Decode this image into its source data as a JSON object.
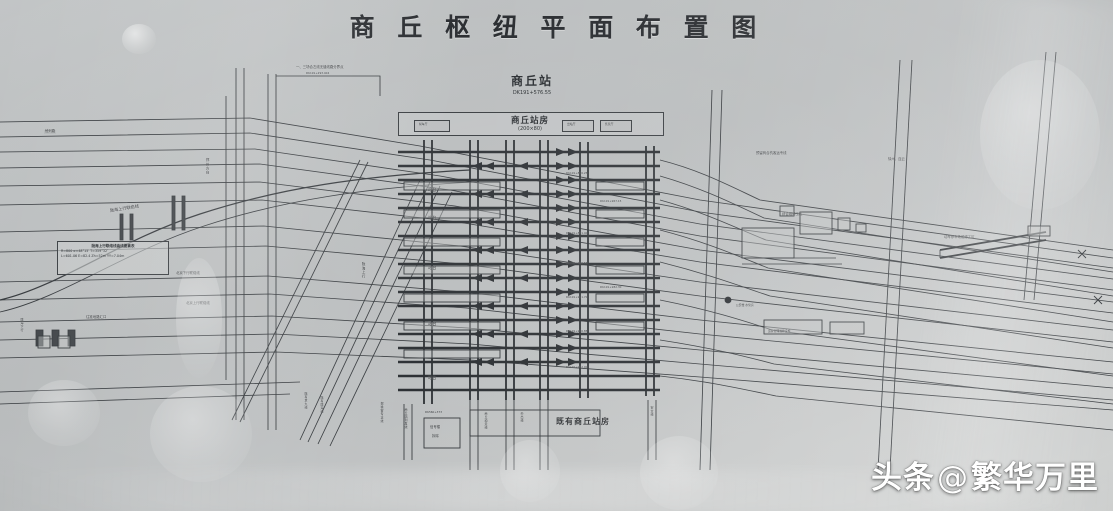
{
  "image": {
    "kind": "photo-of-wall-mounted-railway-schematic",
    "background_color": "#b9bcbd",
    "ink_color": "#2b2e31"
  },
  "title": "商 丘 枢 纽 平 面 布 置 图",
  "station": {
    "name": "商丘站",
    "chainage": "DK191+576.55"
  },
  "station_building": {
    "name": "商丘站房",
    "size": "(200×80)"
  },
  "existing_building": {
    "label": "既有商丘站房"
  },
  "signal_tower": {
    "chainage": "DK560+373",
    "name": "信号楼",
    "note": "拆除"
  },
  "notes": {
    "ludong_box": {
      "header": "陇海上行联络线曲线要素表",
      "line1": "R=800  α=48°15′  T=359°32″",
      "line2": "L=601.06  E=82.4  Zh=52m  YY=7.04m"
    },
    "top_dimension": {
      "line1": "一、三场合左线无缝线路分界点",
      "line2": "DK191+293.404"
    }
  },
  "line_labels": [
    {
      "id": "qita-xian",
      "text": "他列路"
    },
    {
      "id": "longhai-shang",
      "text": "陇海上行联络线"
    },
    {
      "id": "beijing-xia",
      "text": "北京下行联络线"
    },
    {
      "id": "beijing-shang",
      "text": "北京上行联络线"
    },
    {
      "id": "lianzhu-xian",
      "text": "往准地路汇口"
    },
    {
      "id": "xuzhou-lianyun",
      "text": "徐州、连云"
    },
    {
      "id": "yuliu-shanghehang",
      "text": "预留商合杭客运专线"
    },
    {
      "id": "zonghe-weixiu",
      "text": "综合维修工区"
    },
    {
      "id": "dongche-duanche",
      "text": "动车停车场维修工区"
    },
    {
      "id": "gongan-shuijing",
      "text": "公安楼 水泵房"
    },
    {
      "id": "yunwu-sheshi",
      "text": "运营管理维修设施"
    }
  ],
  "platform_labels": [
    {
      "id": "pf-1",
      "text": "站台"
    },
    {
      "id": "pf-2",
      "text": "站台"
    },
    {
      "id": "pf-3",
      "text": "站台"
    },
    {
      "id": "pf-4",
      "text": "站台"
    },
    {
      "id": "pf-5",
      "text": "站台"
    }
  ],
  "side_labels_left": [
    {
      "id": "sl-1",
      "text": "郑州方向"
    },
    {
      "id": "sl-2",
      "text": "陇海上行"
    },
    {
      "id": "sl-3",
      "text": "陇海下行"
    },
    {
      "id": "sl-4",
      "text": "京九上行"
    },
    {
      "id": "sl-5",
      "text": "京九下行"
    }
  ],
  "side_labels_bottom": [
    {
      "id": "sb-1",
      "text": "既有京九线"
    },
    {
      "id": "sb-2",
      "text": "既有陇海线"
    },
    {
      "id": "sb-3",
      "text": "郑徐客专正线"
    },
    {
      "id": "sb-4",
      "text": "商丘站到发线"
    },
    {
      "id": "sb-5",
      "text": "商丘动走线"
    },
    {
      "id": "sb-6",
      "text": "牵出线"
    },
    {
      "id": "sb-7",
      "text": "安全线"
    }
  ],
  "track_row_tags": [
    "DK191+876.25",
    "DK191+891.40",
    "DK191+906.55",
    "DK191+921.70",
    "DK191+936.85",
    "DK191+952.00",
    "DK191+967.15",
    "DK191+982.30",
    "DK192+011.80",
    "DK192+027.95"
  ],
  "small_boxes_top": [
    {
      "id": "box-a",
      "text": "候车厅"
    },
    {
      "id": "box-b",
      "text": "出站厅"
    },
    {
      "id": "box-c",
      "text": "售票厅"
    },
    {
      "id": "box-d",
      "text": "行包房"
    }
  ],
  "watermark": {
    "prefix": "头条",
    "at": "@",
    "name": "繁华万里"
  }
}
